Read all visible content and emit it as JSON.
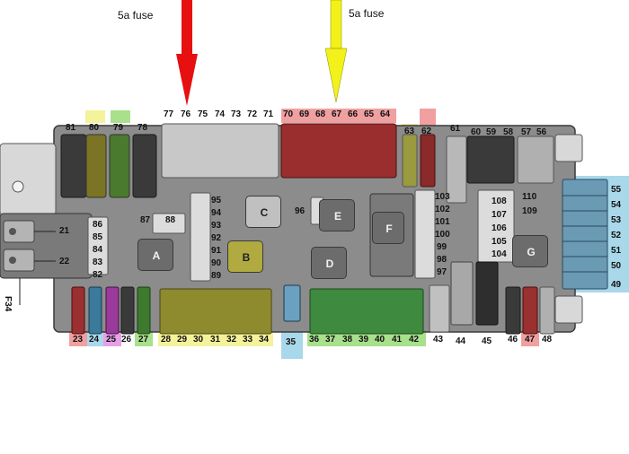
{
  "annotations": {
    "left_note": "5a fuse",
    "right_note": "5a fuse"
  },
  "colors": {
    "red_arrow": "#e61010",
    "yellow_arrow": "#f2f21a",
    "yellow_zone": "#f4f29a",
    "green_zone": "#a8e08c",
    "red_zone": "#f0a0a0",
    "blue_zone": "#a8d8ea",
    "pink_zone": "#e6a0e6",
    "panel": "#8c8c8c",
    "panel_dark": "#555555"
  },
  "relays": {
    "a": "A",
    "b": "B",
    "c": "C",
    "d": "D",
    "e": "E",
    "f": "F",
    "g": "G"
  },
  "labels": {
    "n21": "21",
    "n22": "22",
    "f34": "F34",
    "n23": "23",
    "n24": "24",
    "n25": "25",
    "n26": "26",
    "n27": "27",
    "n28": "28",
    "n29": "29",
    "n30": "30",
    "n31": "31",
    "n32": "32",
    "n33": "33",
    "n34": "34",
    "n35": "35",
    "n36": "36",
    "n37": "37",
    "n38": "38",
    "n39": "39",
    "n40": "40",
    "n41": "41",
    "n42": "42",
    "n43": "43",
    "n44": "44",
    "n45": "45",
    "n46": "46",
    "n47": "47",
    "n48": "48",
    "n49": "49",
    "n50": "50",
    "n51": "51",
    "n52": "52",
    "n53": "53",
    "n54": "54",
    "n55": "55",
    "n56": "56",
    "n57": "57",
    "n58": "58",
    "n59": "59",
    "n60": "60",
    "n61": "61",
    "n62": "62",
    "n63": "63",
    "n64": "64",
    "n65": "65",
    "n66": "66",
    "n67": "67",
    "n68": "68",
    "n69": "69",
    "n70": "70",
    "n71": "71",
    "n72": "72",
    "n73": "73",
    "n74": "74",
    "n75": "75",
    "n76": "76",
    "n77": "77",
    "n78": "78",
    "n79": "79",
    "n80": "80",
    "n81": "81",
    "n82": "82",
    "n83": "83",
    "n84": "84",
    "n85": "85",
    "n86": "86",
    "n87": "87",
    "n88": "88",
    "n89": "89",
    "n90": "90",
    "n91": "91",
    "n92": "92",
    "n93": "93",
    "n94": "94",
    "n95": "95",
    "n96": "96",
    "n97": "97",
    "n98": "98",
    "n99": "99",
    "n100": "100",
    "n101": "101",
    "n102": "102",
    "n103": "103",
    "n104": "104",
    "n105": "105",
    "n106": "106",
    "n107": "107",
    "n108": "108",
    "n109": "109",
    "n110": "110"
  }
}
